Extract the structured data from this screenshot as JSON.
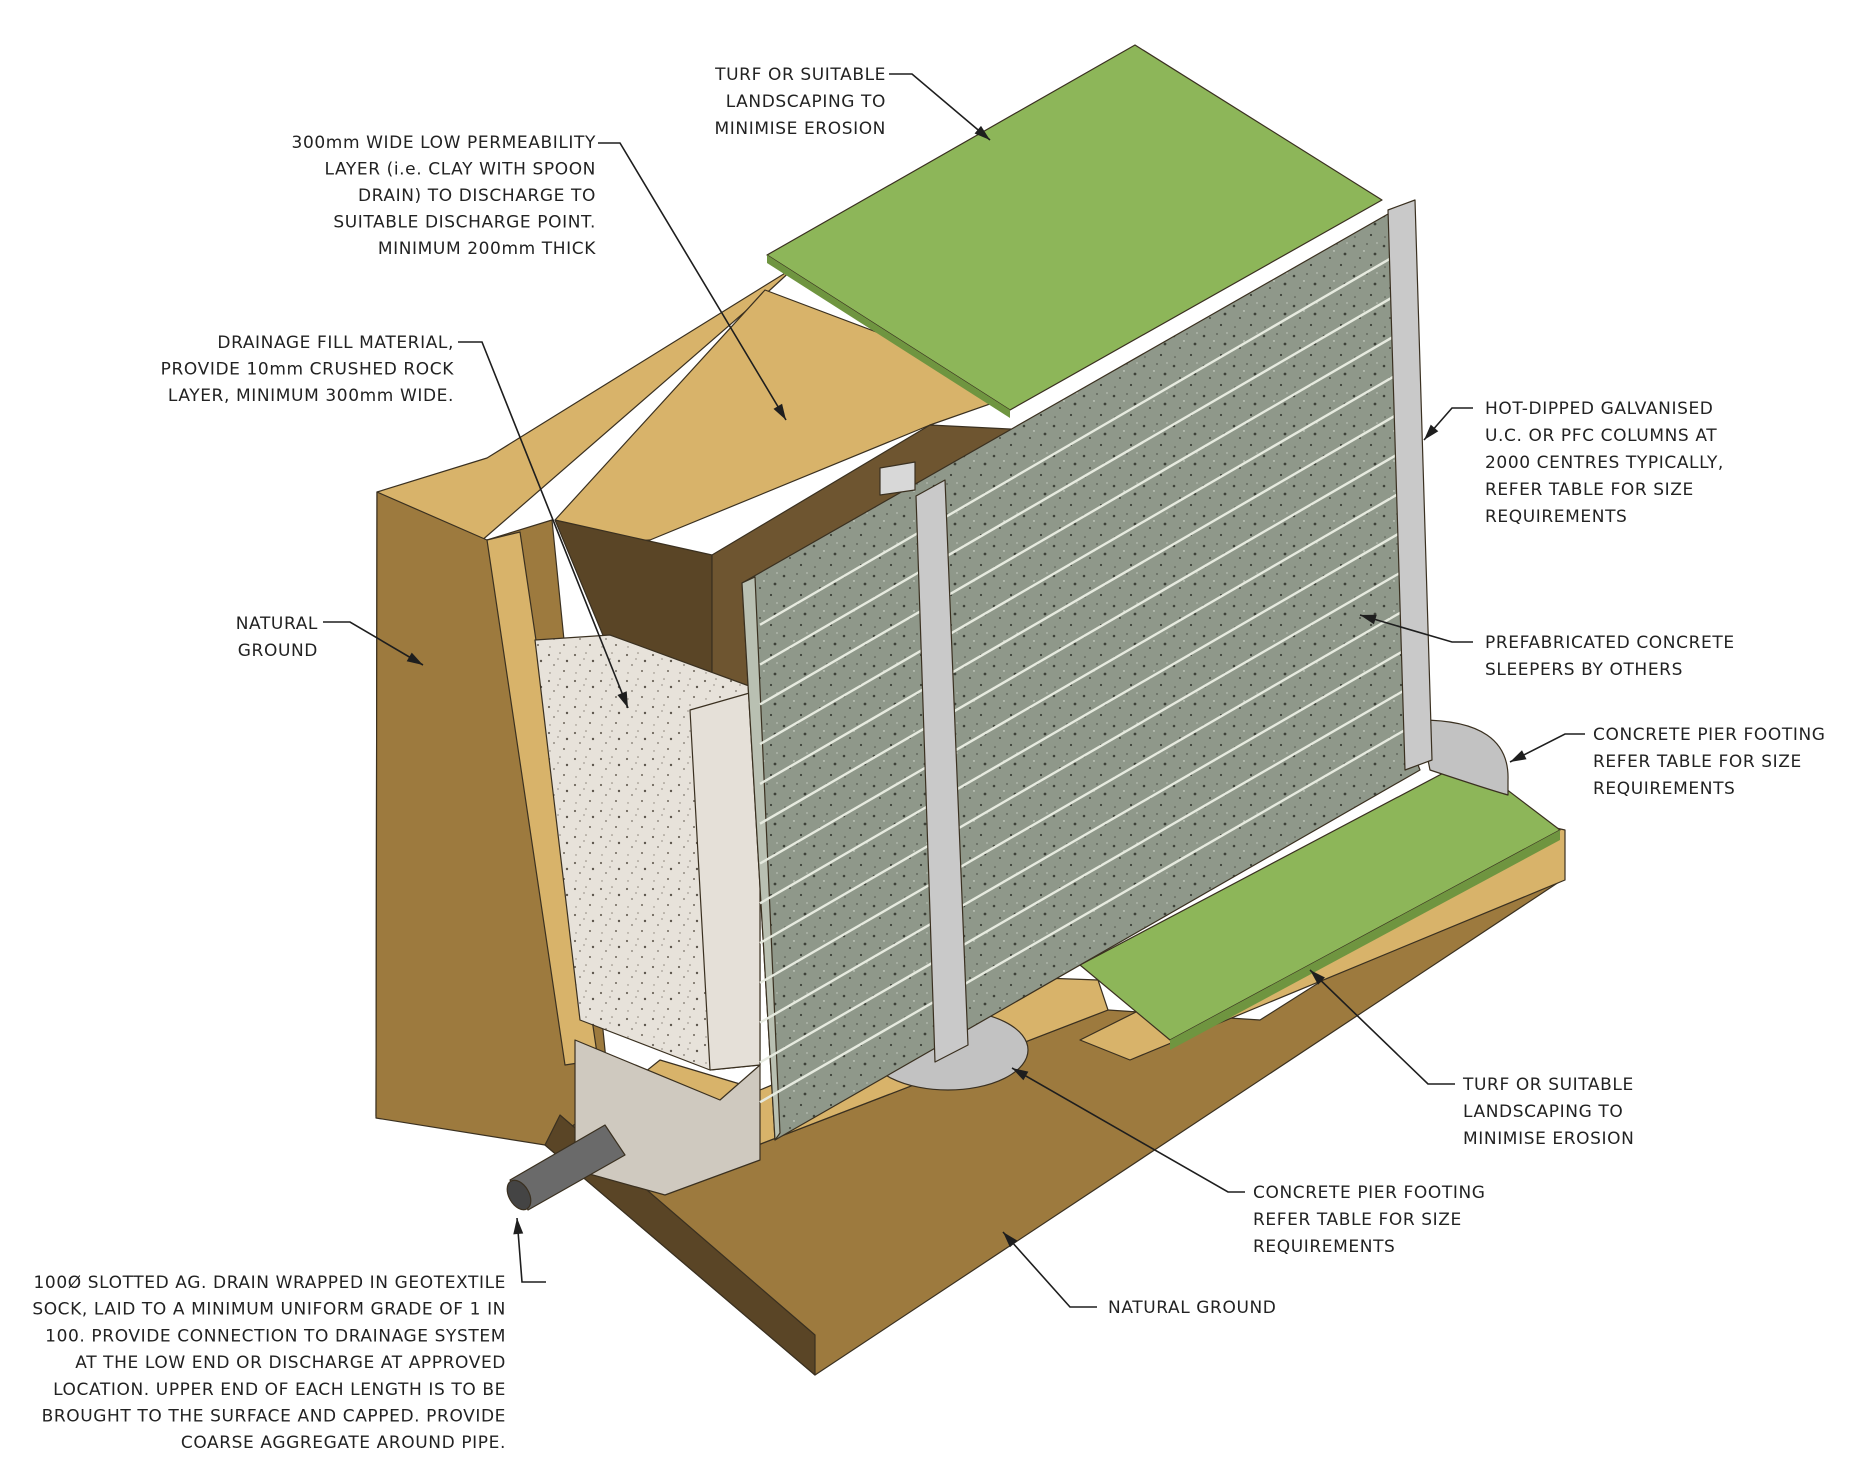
{
  "colors": {
    "soil_top": "#d8b36a",
    "soil_side": "#9d7a3e",
    "soil_dark": "#5a4526",
    "soil_pit": "#6e5530",
    "turf": "#8db659",
    "turf_edge": "#6f9540",
    "sleeper": "#8f988a",
    "sleeper_top": "#b9c0b2",
    "column": "#c9c9c9",
    "footing": "#c2c2c2",
    "drainage_fill": "#e5e0d8",
    "pipe": "#6a6a6a"
  },
  "labels": {
    "turf_top": [
      "TURF OR SUITABLE",
      "LANDSCAPING TO",
      "MINIMISE EROSION"
    ],
    "clay_layer": [
      "300mm WIDE LOW PERMEABILITY",
      "LAYER (i.e. CLAY WITH SPOON",
      "DRAIN) TO DISCHARGE TO",
      "SUITABLE DISCHARGE POINT.",
      "MINIMUM 200mm THICK"
    ],
    "drainage_fill": [
      "DRAINAGE FILL MATERIAL,",
      "PROVIDE 10mm CRUSHED ROCK",
      "LAYER, MINIMUM 300mm WIDE."
    ],
    "natural_ground_left": [
      "NATURAL",
      "GROUND"
    ],
    "columns": [
      "HOT-DIPPED GALVANISED",
      "U.C. OR PFC COLUMNS AT",
      "2000 CENTRES TYPICALLY,",
      "REFER TABLE FOR SIZE",
      "REQUIREMENTS"
    ],
    "sleepers": [
      "PREFABRICATED CONCRETE",
      "SLEEPERS BY OTHERS"
    ],
    "pier_right": [
      "CONCRETE PIER FOOTING",
      "REFER TABLE FOR SIZE",
      "REQUIREMENTS"
    ],
    "turf_bottom": [
      "TURF OR SUITABLE",
      "LANDSCAPING TO",
      "MINIMISE EROSION"
    ],
    "pier_front": [
      "CONCRETE PIER FOOTING",
      "REFER TABLE FOR SIZE",
      "REQUIREMENTS"
    ],
    "natural_ground_bottom": [
      "NATURAL GROUND"
    ],
    "ag_drain": [
      "100Ø SLOTTED AG. DRAIN WRAPPED IN GEOTEXTILE",
      "SOCK, LAID TO A MINIMUM UNIFORM GRADE OF 1 IN",
      "100. PROVIDE CONNECTION TO DRAINAGE SYSTEM",
      "AT THE LOW END OR DISCHARGE AT APPROVED",
      "LOCATION. UPPER END OF EACH LENGTH IS TO BE",
      "BROUGHT TO THE SURFACE AND CAPPED. PROVIDE",
      "COARSE AGGREGATE AROUND PIPE."
    ]
  }
}
